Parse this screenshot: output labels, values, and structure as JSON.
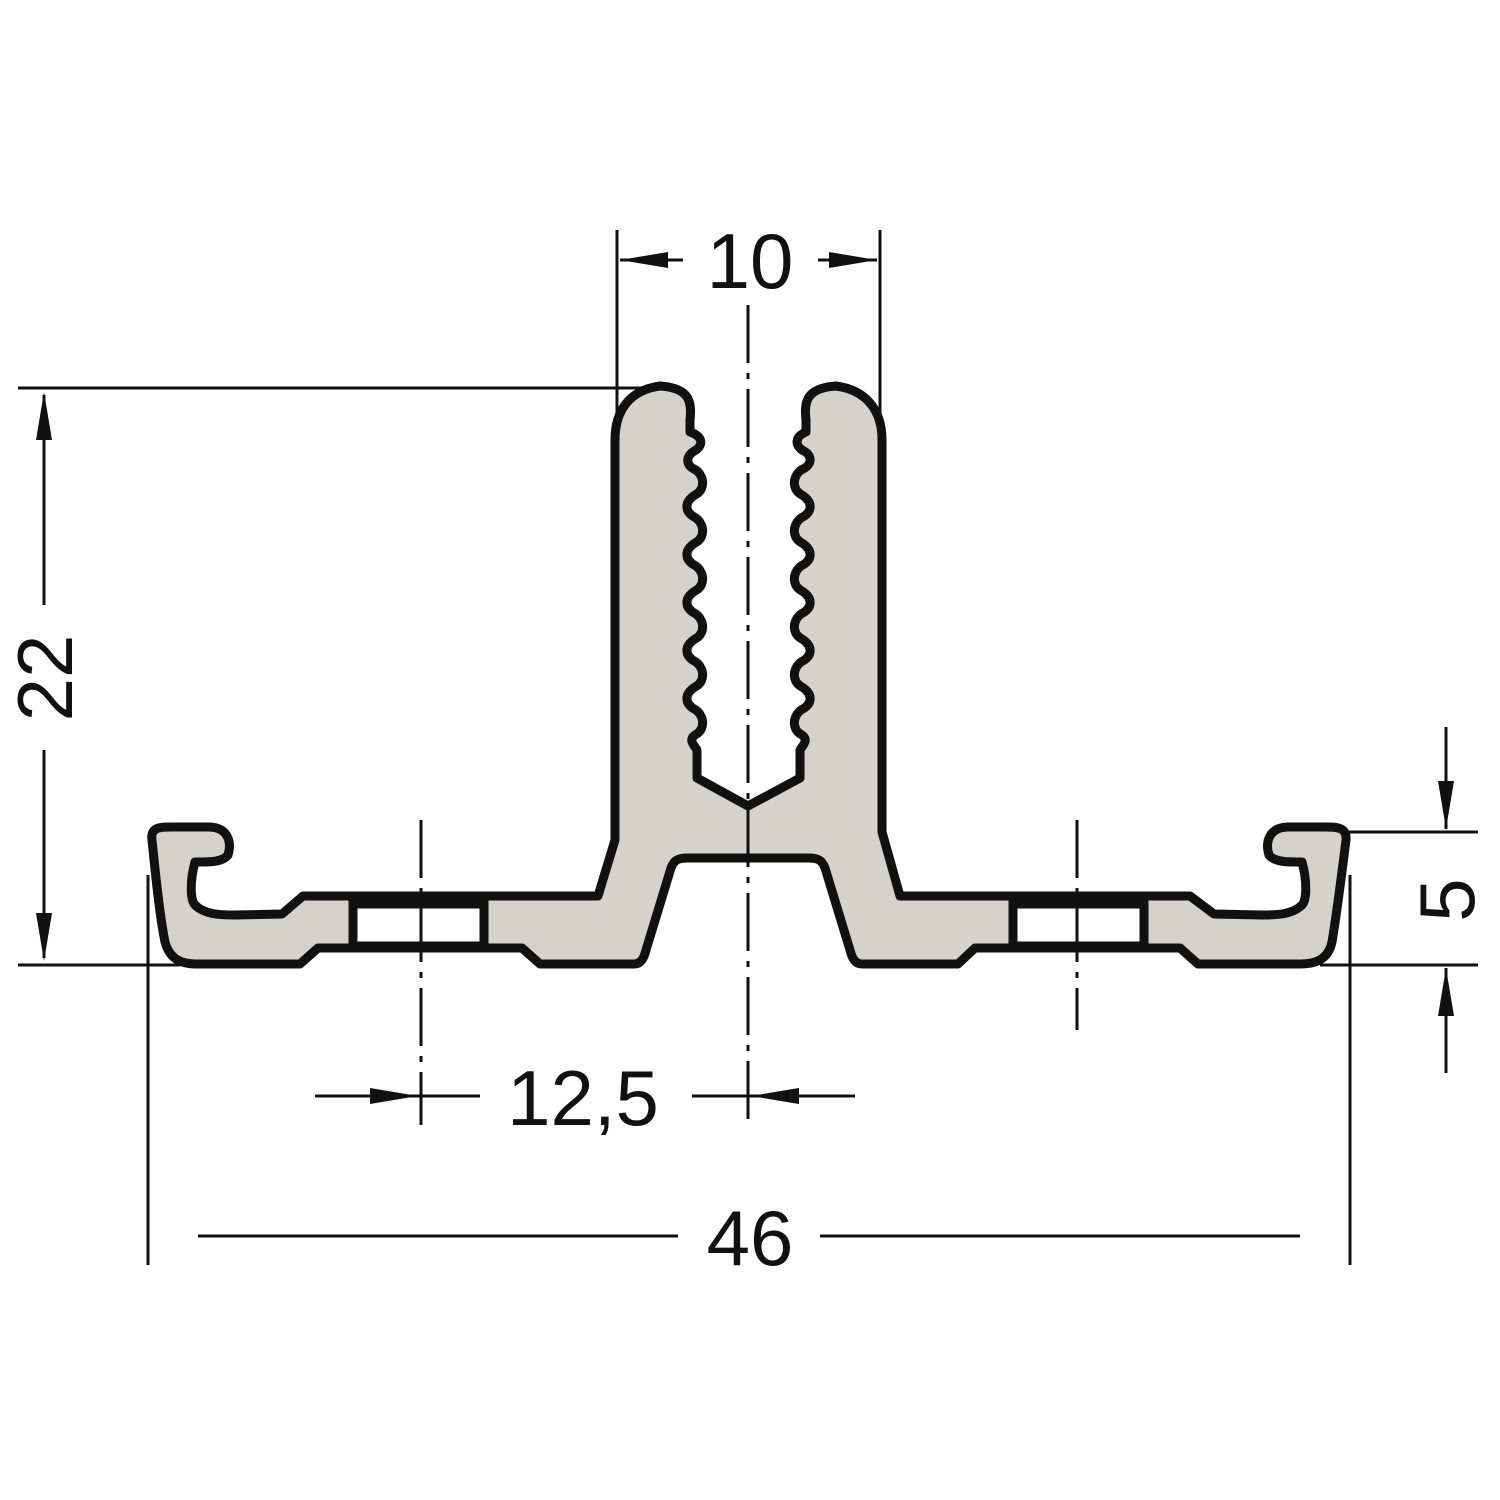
{
  "drawing": {
    "profile_fill": "#d4d2cd",
    "outline_color": "#111111",
    "background": "#ffffff"
  },
  "dimensions": {
    "overall_height": "22",
    "slot_width": "10",
    "hole_offset": "12,5",
    "overall_width": "46",
    "base_height": "5"
  }
}
